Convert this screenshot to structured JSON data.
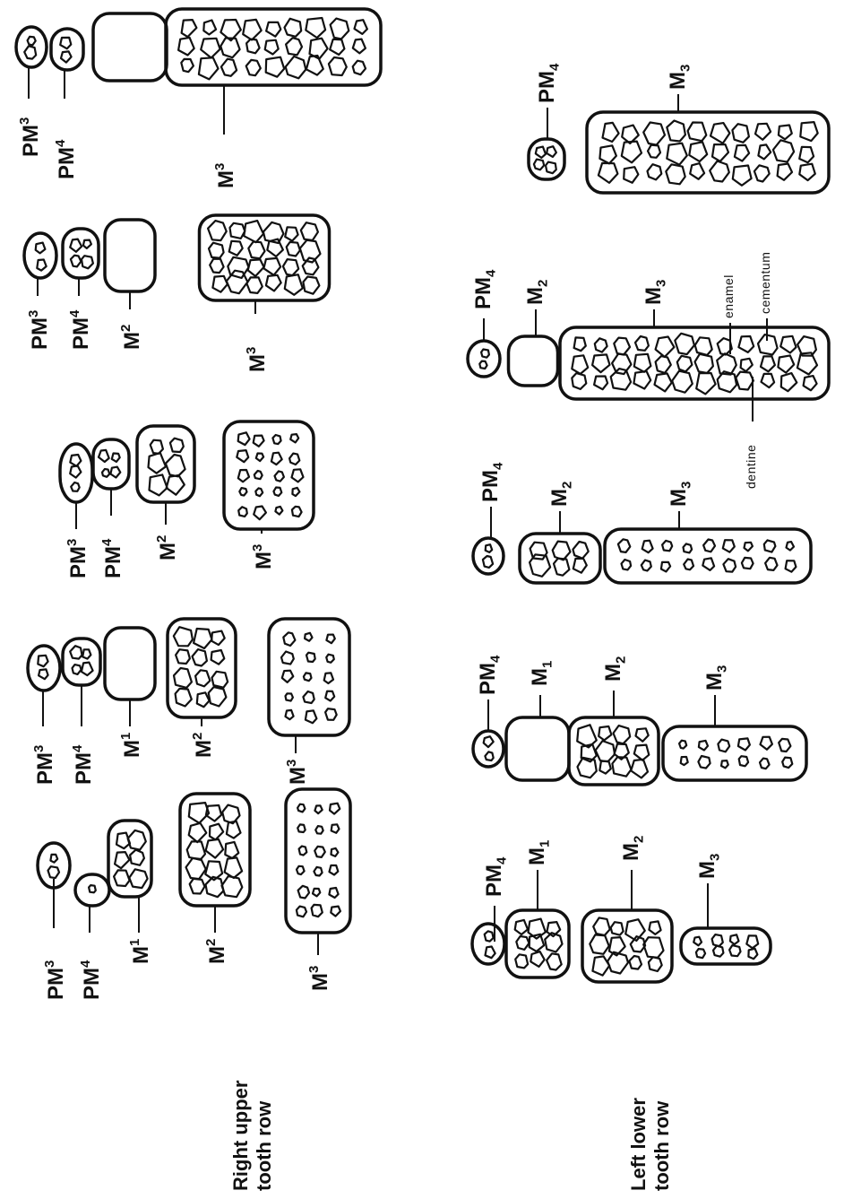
{
  "groups": {
    "upper_caption": [
      "Right upper",
      "tooth row"
    ],
    "lower_caption": [
      "Left lower",
      "tooth row"
    ]
  },
  "labels": {
    "PM": "PM",
    "M": "M",
    "sup_3": "3",
    "sup_4": "4",
    "sup_1": "1",
    "sup_2": "2",
    "sub_4": "4",
    "sub_1": "1",
    "sub_2": "2",
    "sub_3": "3"
  },
  "tissue_labels": {
    "enamel": "enamel",
    "cementum": "cementum",
    "dentine": "dentine"
  },
  "colors": {
    "ink": "#111111",
    "paper": "#ffffff"
  }
}
